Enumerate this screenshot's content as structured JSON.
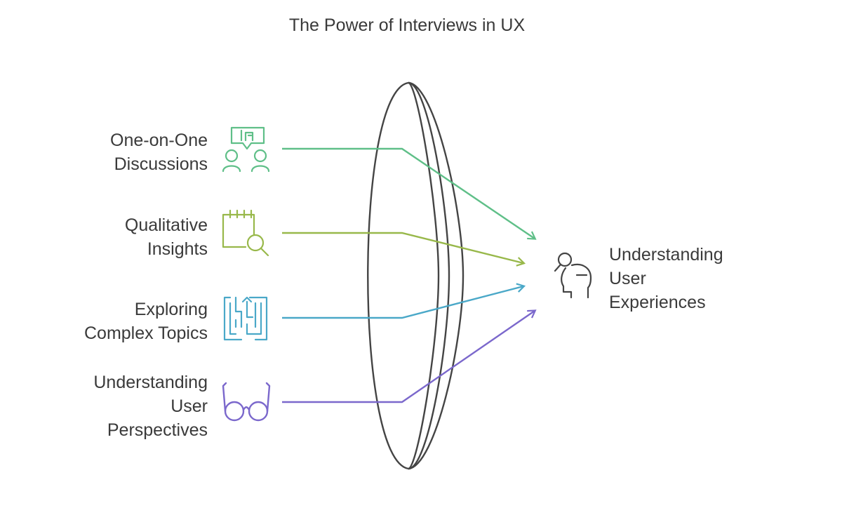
{
  "title": "The Power of Interviews in UX",
  "inputs": [
    {
      "lines": [
        "One-on-One",
        "Discussions"
      ],
      "icon": "people-conversation-icon",
      "color": "#5fbf88"
    },
    {
      "lines": [
        "Qualitative",
        "Insights"
      ],
      "icon": "calendar-search-icon",
      "color": "#98b84a"
    },
    {
      "lines": [
        "Exploring",
        "Complex Topics"
      ],
      "icon": "maze-icon",
      "color": "#4aa8c8"
    },
    {
      "lines": [
        "Understanding",
        "User",
        "Perspectives"
      ],
      "icon": "glasses-icon",
      "color": "#7b68cc"
    }
  ],
  "outcome": {
    "lines": [
      "Understanding",
      "User",
      "Experiences"
    ],
    "icon": "head-magnifier-icon"
  }
}
